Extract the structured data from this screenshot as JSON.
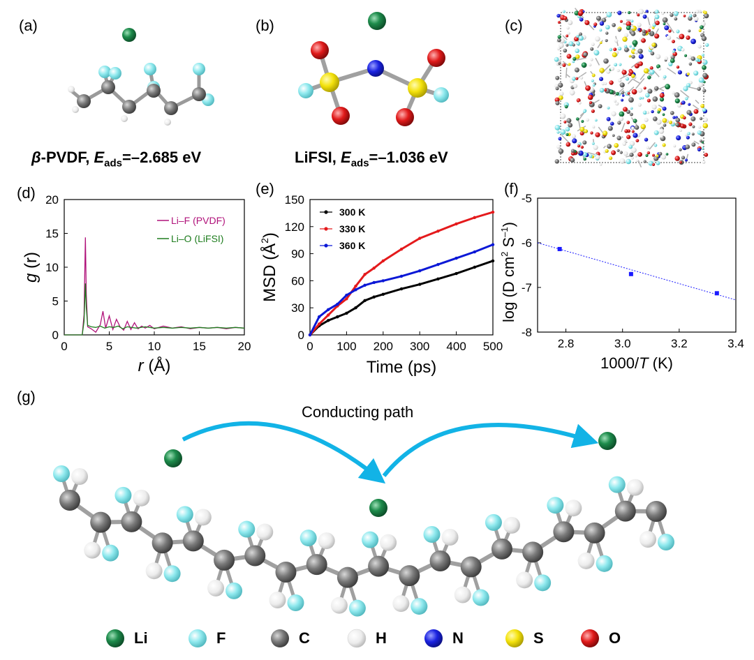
{
  "panels": {
    "a": {
      "label": "(a)",
      "molecule": "β-PVDF",
      "prefix": "β",
      "suffix": "-PVDF, ",
      "E": "E",
      "E_sub": "ads",
      "eq": "=–2.685 eV"
    },
    "b": {
      "label": "(b)",
      "molecule": "LiFSI",
      "suffix": "LiFSI, ",
      "E": "E",
      "E_sub": "ads",
      "eq": "=–1.036 eV"
    },
    "c": {
      "label": "(c)"
    },
    "d": {
      "label": "(d)"
    },
    "e": {
      "label": "(e)"
    },
    "f": {
      "label": "(f)"
    },
    "g": {
      "label": "(g)",
      "path_text": "Conducting path"
    }
  },
  "chart_data": [
    {
      "id": "d",
      "type": "line",
      "xlabel": "r (Å)",
      "xlabel_var": "r",
      "xlabel_unit": " (Å)",
      "ylabel": "g (r)",
      "ylabel_var": "g",
      "ylabel_rest": " (r)",
      "xlim": [
        0,
        20
      ],
      "ylim": [
        0,
        20
      ],
      "xticks": [
        0,
        5,
        10,
        15,
        20
      ],
      "yticks": [
        0,
        5,
        10,
        15,
        20
      ],
      "series": [
        {
          "name": "Li–F (PVDF)",
          "color": "#b0127a",
          "x": [
            0,
            2.0,
            2.2,
            2.35,
            2.45,
            2.6,
            3.0,
            3.5,
            4.0,
            4.3,
            4.6,
            5.0,
            5.4,
            5.8,
            6.2,
            6.6,
            7.0,
            7.4,
            7.8,
            8.2,
            8.6,
            9.0,
            9.5,
            10,
            11,
            12,
            13,
            14,
            15,
            16,
            17,
            18,
            19,
            20
          ],
          "values": [
            0,
            0,
            3.0,
            14.4,
            6.0,
            1.2,
            0.9,
            0.4,
            1.5,
            3.5,
            1.0,
            2.8,
            0.8,
            2.3,
            1.2,
            0.7,
            2.0,
            0.8,
            1.8,
            0.9,
            1.3,
            1.0,
            1.4,
            0.9,
            1.3,
            1.0,
            1.2,
            0.9,
            1.1,
            1.0,
            1.1,
            0.9,
            1.1,
            1.0
          ]
        },
        {
          "name": "Li–O (LiFSI)",
          "color": "#1e7d1e",
          "x": [
            0,
            2.0,
            2.2,
            2.35,
            2.45,
            2.6,
            3.0,
            3.5,
            4.0,
            4.5,
            5.0,
            5.5,
            6.0,
            6.5,
            7.0,
            8.0,
            9.0,
            10,
            11,
            12,
            13,
            14,
            15,
            16,
            17,
            18,
            19,
            20
          ],
          "values": [
            0,
            0,
            2.0,
            7.6,
            4.0,
            1.4,
            1.2,
            1.1,
            1.3,
            1.0,
            1.2,
            1.1,
            1.3,
            0.9,
            1.2,
            1.0,
            1.2,
            1.0,
            1.1,
            1.0,
            1.1,
            1.0,
            1.1,
            1.0,
            1.1,
            1.0,
            1.1,
            1.0
          ]
        }
      ],
      "legend": "top-right"
    },
    {
      "id": "e",
      "type": "line",
      "xlabel": "Time (ps)",
      "ylabel": "MSD (Å²)",
      "ylabel_main": "MSD (Å",
      "ylabel_sup": "2",
      "ylabel_end": ")",
      "xlim": [
        0,
        500
      ],
      "ylim": [
        0,
        150
      ],
      "xticks": [
        0,
        100,
        200,
        300,
        400,
        500
      ],
      "yticks": [
        0,
        30,
        60,
        90,
        120,
        150
      ],
      "series": [
        {
          "name": "300 K",
          "color": "#000000",
          "x": [
            0,
            25,
            50,
            75,
            100,
            125,
            150,
            175,
            200,
            250,
            300,
            350,
            400,
            450,
            500
          ],
          "values": [
            0,
            10,
            16,
            20,
            24,
            30,
            38,
            42,
            45,
            51,
            56,
            62,
            68,
            75,
            82
          ]
        },
        {
          "name": "330 K",
          "color": "#e41a1c",
          "x": [
            0,
            25,
            50,
            75,
            100,
            125,
            150,
            175,
            200,
            250,
            300,
            350,
            400,
            450,
            500
          ],
          "values": [
            0,
            12,
            22,
            32,
            40,
            54,
            67,
            74,
            82,
            95,
            107,
            115,
            123,
            130,
            136
          ]
        },
        {
          "name": "360 K",
          "color": "#0b18d6",
          "x": [
            0,
            25,
            50,
            75,
            100,
            125,
            150,
            175,
            200,
            250,
            300,
            350,
            400,
            450,
            500
          ],
          "values": [
            0,
            20,
            28,
            34,
            44,
            50,
            55,
            58,
            60,
            65,
            71,
            78,
            85,
            92,
            100
          ]
        }
      ],
      "legend": "top-left"
    },
    {
      "id": "f",
      "type": "scatter",
      "xlabel": "1000/T (K)",
      "xlabel_pre": "1000/",
      "xlabel_var": "T",
      "xlabel_post": " (K)",
      "ylabel": "log (D cm² S⁻¹)",
      "ylabel_main": "log (D cm",
      "ylabel_sup1": "2",
      "ylabel_mid": " S",
      "ylabel_sup2": "–1",
      "ylabel_end": ")",
      "xlim": [
        2.7,
        3.4
      ],
      "ylim": [
        -8,
        -5
      ],
      "xticks": [
        2.8,
        3.0,
        3.2,
        3.4
      ],
      "xtick_labels": [
        "2.8",
        "3.0",
        "3.2",
        "3.4"
      ],
      "yticks": [
        -8,
        -7,
        -6,
        -5
      ],
      "ytick_labels": [
        "-8",
        "-7",
        "-6",
        "-5"
      ],
      "points": [
        {
          "x": 2.778,
          "y": -6.14
        },
        {
          "x": 3.03,
          "y": -6.7
        },
        {
          "x": 3.333,
          "y": -7.13
        }
      ],
      "fit": {
        "x": [
          2.7,
          3.4
        ],
        "y": [
          -6.0,
          -7.28
        ]
      },
      "color": "#1a1aff"
    }
  ],
  "legend_g": [
    {
      "symbol": "Li",
      "color": "#1e8c4c"
    },
    {
      "symbol": "F",
      "color": "#7fe5ea"
    },
    {
      "symbol": "C",
      "color": "#7a7a7a"
    },
    {
      "symbol": "H",
      "color": "#f2f2f2"
    },
    {
      "symbol": "N",
      "color": "#1a22e0"
    },
    {
      "symbol": "S",
      "color": "#f4e20c"
    },
    {
      "symbol": "O",
      "color": "#e01a1a"
    }
  ]
}
